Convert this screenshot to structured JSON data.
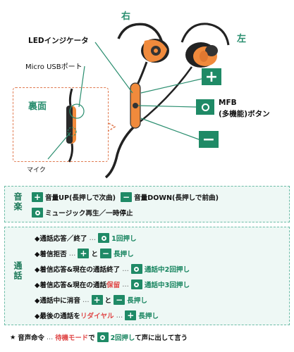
{
  "labels": {
    "right": "右",
    "left": "左",
    "led": "LEDインジケータ",
    "usb": "Micro USBポート",
    "back": "裏面",
    "mic": "マイク",
    "mfb_line1": "MFB",
    "mfb_line2": "(多機能)ボタン"
  },
  "music": {
    "header": "音楽",
    "up_label": "音量UP(長押しで次曲)",
    "down_label": "音量DOWN(長押しで前曲)",
    "play_label": "ミュージック再生／一時停止"
  },
  "call": {
    "header": "通話",
    "rows": [
      {
        "text": "◆通話応答／終了",
        "dots": "…",
        "action": "1回押し"
      },
      {
        "text": "◆着信拒否",
        "dots": "…",
        "mid": "と",
        "action": "長押し"
      },
      {
        "text": "◆着信応答&現在の通話終了",
        "dots": "…",
        "action": "通話中2回押し"
      },
      {
        "text_pre": "◆着信応答&現在の通話",
        "text_red": "保留",
        "dots": "…",
        "action": "通話中3回押し"
      },
      {
        "text": "◆通話中に消音",
        "dots": "…",
        "mid": "と",
        "action": "長押し"
      },
      {
        "text_pre": "◆最後の通話を",
        "text_red": "リダイヤル",
        "dots": "…",
        "action": "長押し"
      }
    ]
  },
  "voice": {
    "star": "★",
    "label": "音声命令",
    "dots": "…",
    "mode": "待機モード",
    "de": "で",
    "action": "2回押し",
    "suffix": "て声に出して言う"
  },
  "icons": {
    "plus": "+",
    "minus": "−"
  },
  "colors": {
    "accent_green": "#1f8a66",
    "orange": "#f08a3c",
    "red": "#e04848"
  }
}
